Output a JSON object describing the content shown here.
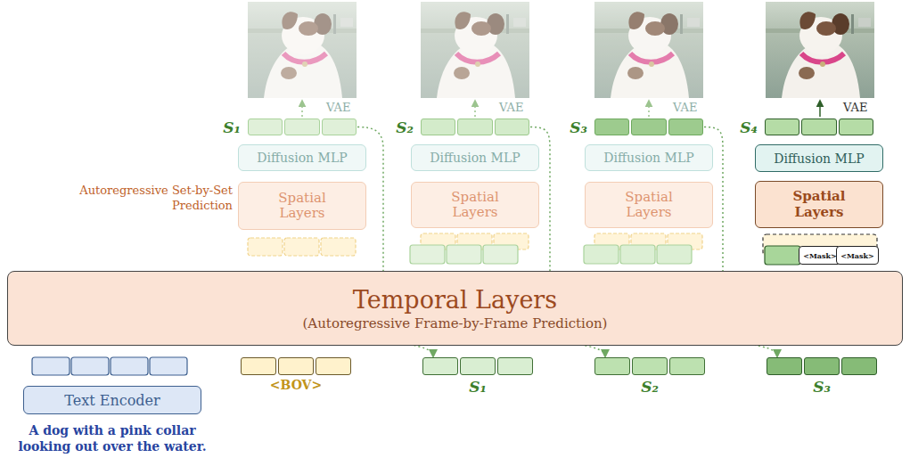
{
  "diagram": {
    "nodes": [
      {
        "text": [
          "S₁"
        ]
      },
      {
        "text": [
          "S₂"
        ]
      },
      {
        "text": [
          "S₃"
        ]
      },
      {
        "text": [
          "S₄"
        ]
      },
      {
        "text": [
          "Diffusion MLP"
        ]
      },
      {
        "text": [
          "Diffusion MLP"
        ]
      },
      {
        "text": [
          "Diffusion MLP"
        ]
      },
      {
        "text": [
          "Diffusion MLP"
        ]
      },
      {
        "text": [
          "Spatial Layers"
        ]
      },
      {
        "text": [
          "Spatial Layers"
        ]
      },
      {
        "text": [
          "Spatial Layers"
        ]
      },
      {
        "text": [
          "Spatial Layers"
        ]
      },
      {
        "text": [
          "<Mask>"
        ]
      },
      {
        "text": [
          "<Mask>"
        ]
      },
      {
        "text": [
          "Temporal Layers",
          "(Autoregressive Frame-by-Frame Prediction)"
        ]
      },
      {
        "text": [
          "Text Encoder"
        ]
      },
      {
        "text": [
          "<BOV>"
        ]
      },
      {
        "text": [
          "S₁"
        ]
      },
      {
        "text": [
          "S₂"
        ]
      },
      {
        "text": [
          "S₃"
        ]
      }
    ],
    "edges": [
      {
        "from": 0,
        "to": 17,
        "arrow": "to"
      },
      {
        "from": 1,
        "to": 18,
        "arrow": "to"
      },
      {
        "from": 2,
        "to": 19,
        "arrow": "to"
      }
    ],
    "labels": [
      "VAE",
      "VAE",
      "VAE",
      "VAE",
      "Autoregressive Set-by-Set Prediction",
      "A dog with a pink collar looking out over the water."
    ]
  }
}
